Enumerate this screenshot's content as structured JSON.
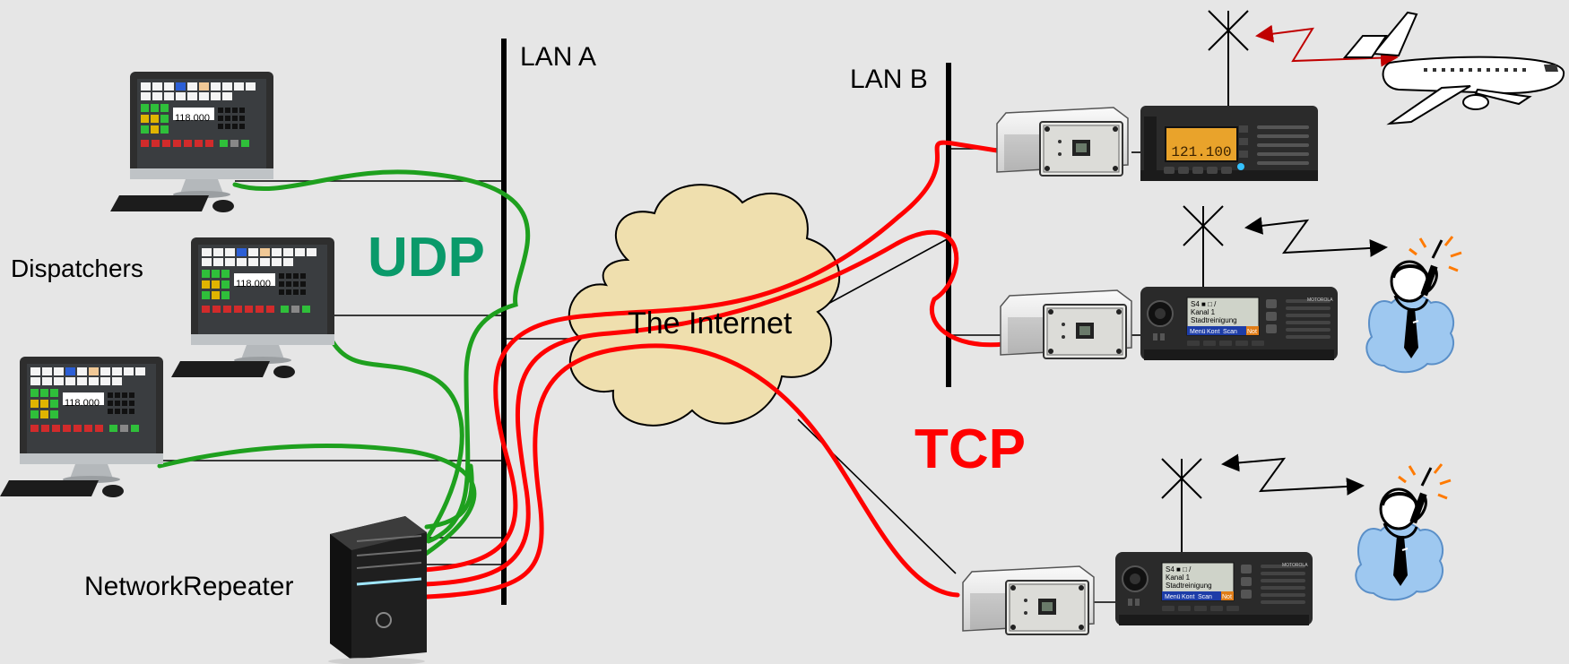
{
  "labels": {
    "lan_a": "LAN A",
    "lan_b": "LAN B",
    "dispatchers": "Dispatchers",
    "network_repeater": "NetworkRepeater",
    "internet": "The Internet",
    "udp": "UDP",
    "tcp": "TCP"
  },
  "screens": {
    "frequency": "118.000"
  },
  "radios": {
    "top_radio_display": "121.100",
    "dmr_line1": "S4 ■ □ /",
    "dmr_line2": "Kanal 1",
    "dmr_line3": "Stadtreinigung",
    "dmr_soft1": "Menü",
    "dmr_soft2": "Kont",
    "dmr_soft3": "Scan",
    "dmr_soft4": "Not",
    "brand": "MOTOROLA"
  },
  "colors": {
    "udp": "#0a9a6a",
    "tcp": "#ff0000",
    "green_cable": "#1ea01e",
    "red_cable": "#ff0000",
    "cloud_fill": "#efdfae",
    "background": "#e6e6e6"
  },
  "icons": [
    "desktop-computer-icon",
    "server-tower-icon",
    "radio-gateway-icon",
    "airband-radio-icon",
    "dmr-radio-icon",
    "antenna-icon",
    "airplane-icon",
    "radio-operator-icon",
    "cloud-icon",
    "lightning-link-icon"
  ]
}
